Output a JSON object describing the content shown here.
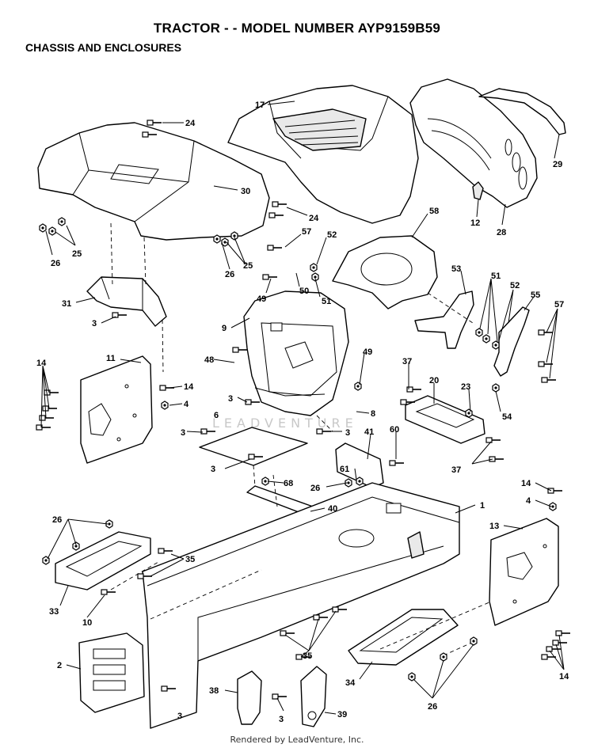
{
  "header": {
    "title": "TRACTOR - - MODEL NUMBER AYP9159B59",
    "subtitle": "CHASSIS AND ENCLOSURES"
  },
  "footer": {
    "text": "Rendered by LeadVenture, Inc."
  },
  "watermark": {
    "text": "LEADVENTURE"
  },
  "callouts": {
    "c17": "17",
    "c29": "29",
    "c24a": "24",
    "c30": "30",
    "c24b": "24",
    "c12": "12",
    "c28": "28",
    "c25a": "25",
    "c26a": "26",
    "c58": "58",
    "c57a": "57",
    "c52a": "52",
    "c25b": "25",
    "c26b": "26",
    "c49a": "49",
    "c50": "50",
    "c51a": "51",
    "c31": "31",
    "c53": "53",
    "c51b": "51",
    "c52b": "52",
    "c55": "55",
    "c57b": "57",
    "c3a": "3",
    "c9": "9",
    "c11": "11",
    "c48": "48",
    "c49b": "49",
    "c37a": "37",
    "c14a": "14",
    "c14b": "14",
    "c20": "20",
    "c23": "23",
    "c4a": "4",
    "c3b": "3",
    "c54": "54",
    "c8": "8",
    "c6": "6",
    "c3c": "3",
    "c3d": "3",
    "c41": "41",
    "c60": "60",
    "c37b": "37",
    "c3e": "3",
    "c61": "61",
    "c26c": "26",
    "c68": "68",
    "c14c": "14",
    "c4b": "4",
    "c40": "40",
    "c1": "1",
    "c26d": "26",
    "c13": "13",
    "c35a": "35",
    "c33": "33",
    "c10": "10",
    "c2": "2",
    "c35b": "35",
    "c38": "38",
    "c3f": "3",
    "c39": "39",
    "c34": "34",
    "c26e": "26",
    "c14d": "14"
  }
}
